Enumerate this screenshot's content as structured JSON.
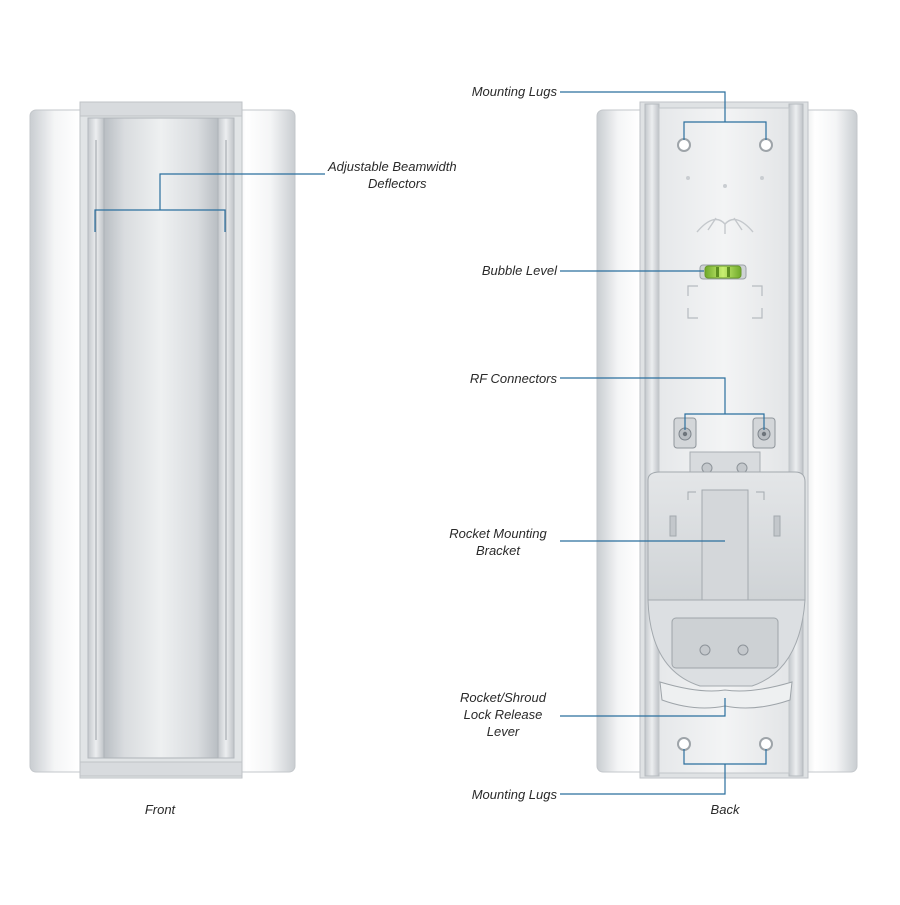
{
  "diagram": {
    "views": {
      "front": "Front",
      "back": "Back"
    },
    "callouts": {
      "deflectors": [
        "Adjustable Beamwidth",
        "Deflectors"
      ],
      "mounting_lugs_top": "Mounting Lugs",
      "bubble_level": "Bubble Level",
      "rf_connectors": "RF Connectors",
      "rocket_bracket": [
        "Rocket Mounting",
        "Bracket"
      ],
      "lock_release": [
        "Rocket/Shroud",
        "Lock Release",
        "Lever"
      ],
      "mounting_lugs_bottom": "Mounting Lugs"
    },
    "colors": {
      "callout_line": "#2b6f9e",
      "panel_light": "#f1f2f3",
      "panel_mid": "#d6d9dc",
      "panel_dark": "#b7bcc1",
      "bubble_green": "#a4d84a"
    }
  }
}
